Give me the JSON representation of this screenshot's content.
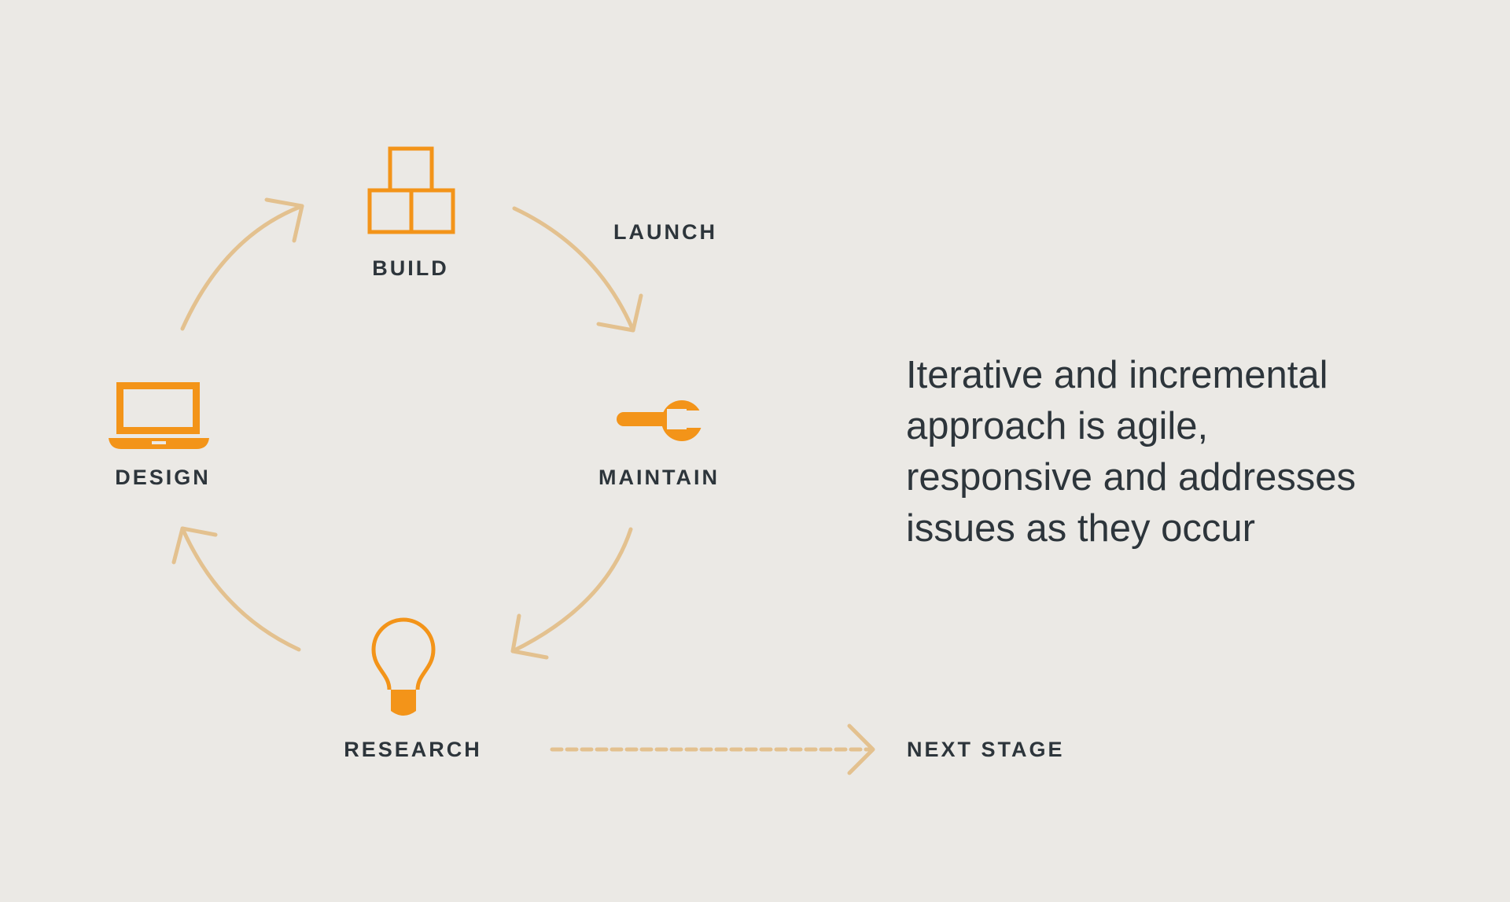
{
  "stages": {
    "build": "BUILD",
    "launch": "LAUNCH",
    "maintain": "MAINTAIN",
    "research": "RESEARCH",
    "design": "DESIGN",
    "next_stage": "NEXT STAGE"
  },
  "description": {
    "lines": [
      "Iterative and incremental",
      "approach is agile,",
      "responsive and addresses",
      "issues as they occur"
    ]
  },
  "icons": {
    "build": "stacked-boxes-icon",
    "maintain": "wrench-icon",
    "research": "lightbulb-icon",
    "design": "laptop-icon"
  },
  "colors": {
    "background": "#ebe9e5",
    "icon": "#f39419",
    "arrow": "#e3c18f",
    "text": "#2d353b"
  }
}
